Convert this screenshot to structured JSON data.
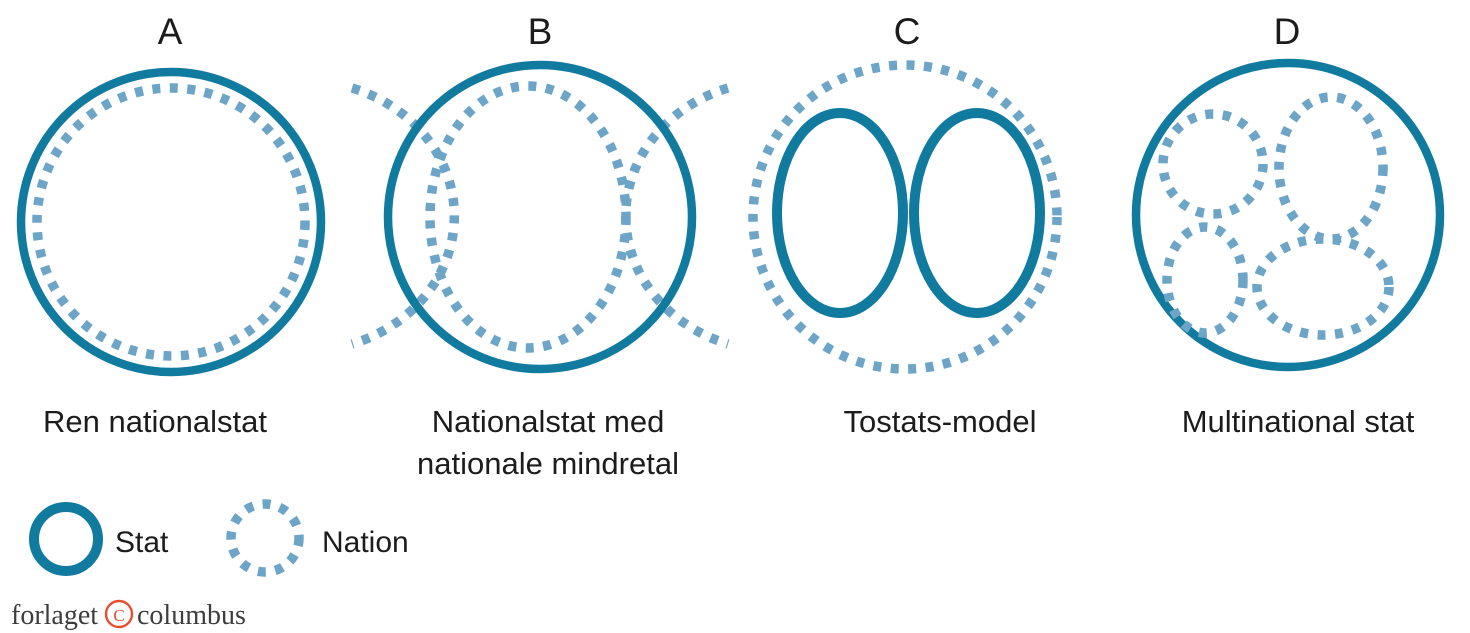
{
  "colors": {
    "background": "#ffffff",
    "state": "#117a9f",
    "nation": "#6ca5c7",
    "text": "#1c1c1c",
    "logo_text": "#3d3d3d",
    "logo_accent": "#e4502e"
  },
  "panels": [
    {
      "letter": "A",
      "caption_line1": "Ren nationalstat",
      "caption_line2": "",
      "composition": "solid state circle with one dotted nation circle just inside its border"
    },
    {
      "letter": "B",
      "caption_line1": "Nationalstat med",
      "caption_line2": "nationale mindretal",
      "composition": "solid state circle with a large dotted nation ellipse inside and two dotted nation arcs crossing the state border on the left and right"
    },
    {
      "letter": "C",
      "caption_line1": "Tostats-model",
      "caption_line2": "",
      "composition": "dotted nation circle containing two solid state ellipses side by side"
    },
    {
      "letter": "D",
      "caption_line1": "Multinational stat",
      "caption_line2": "",
      "composition": "solid state circle containing four dotted nation shapes"
    }
  ],
  "legend": {
    "state_label": "Stat",
    "nation_label": "Nation"
  },
  "logo": {
    "word1": "forlaget",
    "copyright_letter": "C",
    "word2": "columbus"
  }
}
